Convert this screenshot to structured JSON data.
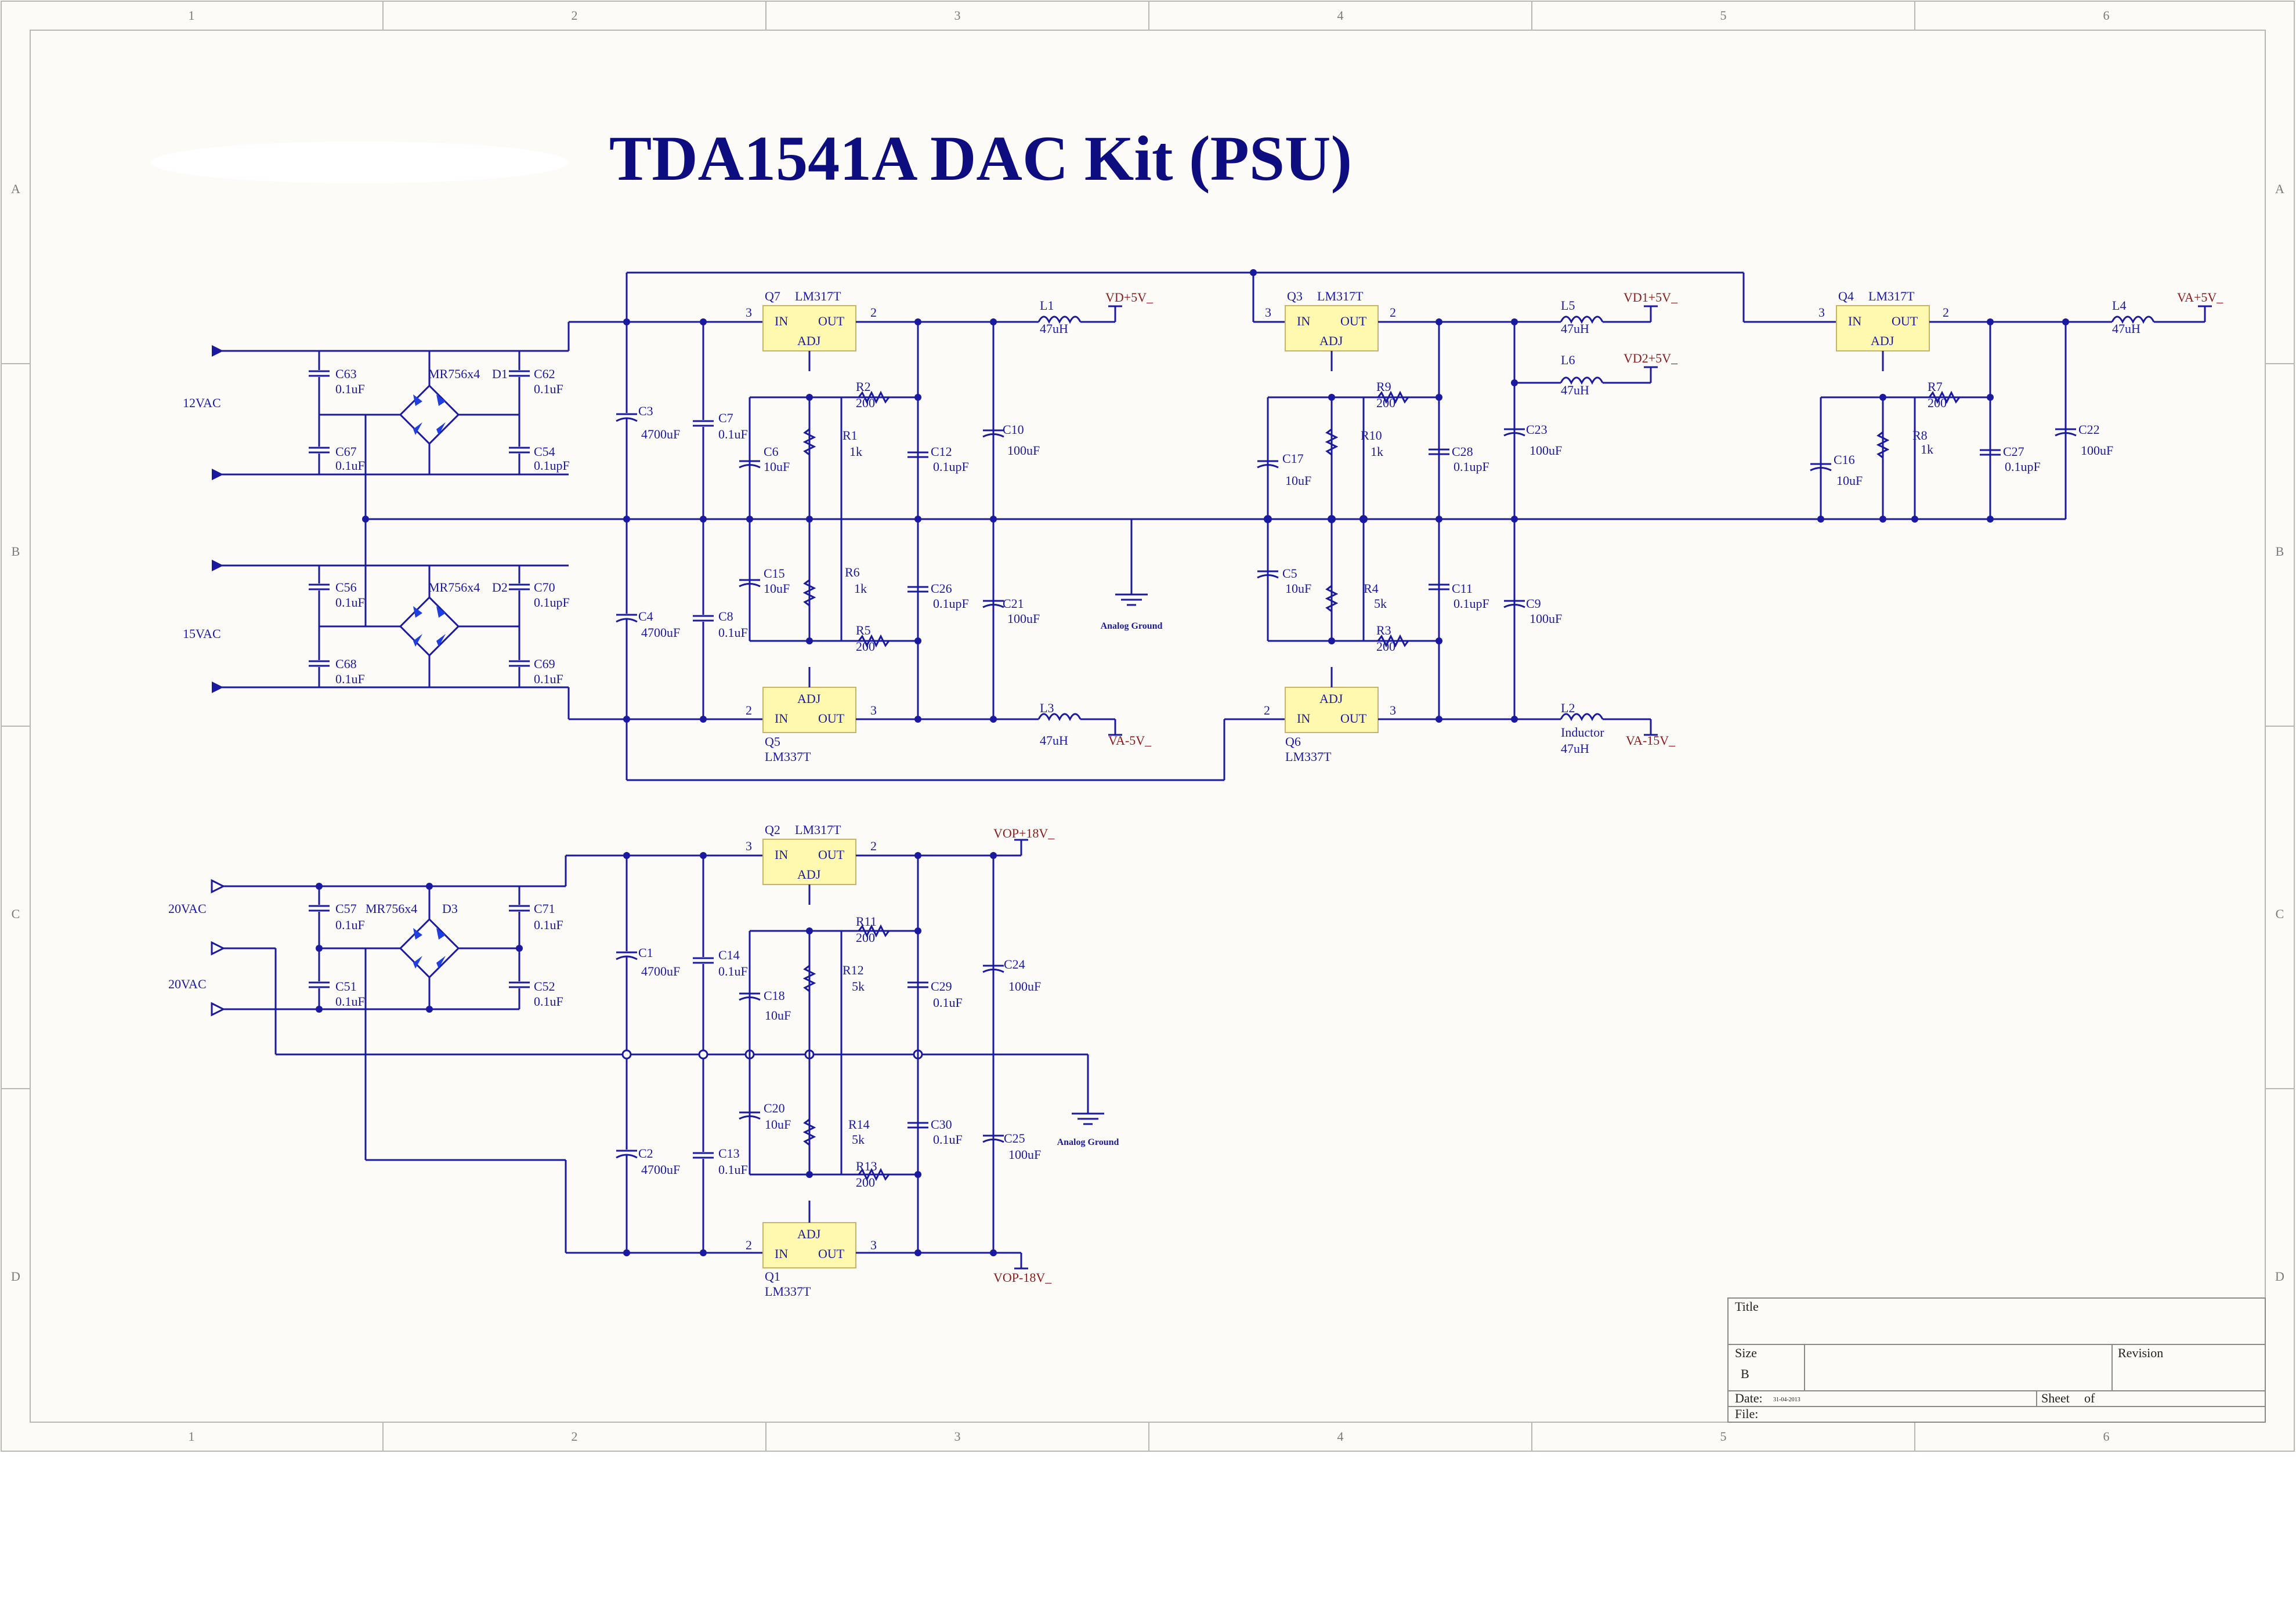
{
  "title": "TDA1541A DAC Kit (PSU)",
  "frame": {
    "cols": [
      "1",
      "2",
      "3",
      "4",
      "5",
      "6"
    ],
    "rows": [
      "A",
      "B",
      "C",
      "D"
    ]
  },
  "inputs": {
    "v12": "12VAC",
    "v15": "15VAC",
    "v20a": "20VAC",
    "v20b": "20VAC"
  },
  "bridges": {
    "d1": {
      "ref": "D1",
      "part": "MR756x4"
    },
    "d2": {
      "ref": "D2",
      "part": "MR756x4"
    },
    "d3": {
      "ref": "D3",
      "part": "MR756x4"
    }
  },
  "regulators": {
    "q7": {
      "ref": "Q7",
      "part": "LM317T",
      "in": "IN",
      "out": "OUT",
      "adj": "ADJ",
      "pin_in": "3",
      "pin_out": "2"
    },
    "q3": {
      "ref": "Q3",
      "part": "LM317T",
      "in": "IN",
      "out": "OUT",
      "adj": "ADJ",
      "pin_in": "3",
      "pin_out": "2"
    },
    "q4": {
      "ref": "Q4",
      "part": "LM317T",
      "in": "IN",
      "out": "OUT",
      "adj": "ADJ",
      "pin_in": "3",
      "pin_out": "2"
    },
    "q5": {
      "ref": "Q5",
      "part": "LM337T",
      "in": "IN",
      "out": "OUT",
      "adj": "ADJ",
      "pin_in": "2",
      "pin_out": "3"
    },
    "q6": {
      "ref": "Q6",
      "part": "LM337T",
      "in": "IN",
      "out": "OUT",
      "adj": "ADJ",
      "pin_in": "2",
      "pin_out": "3"
    },
    "q2": {
      "ref": "Q2",
      "part": "LM317T",
      "in": "IN",
      "out": "OUT",
      "adj": "ADJ",
      "pin_in": "3",
      "pin_out": "2"
    },
    "q1": {
      "ref": "Q1",
      "part": "LM337T",
      "in": "IN",
      "out": "OUT",
      "adj": "ADJ",
      "pin_in": "2",
      "pin_out": "3"
    }
  },
  "capacitors": {
    "c63": {
      "ref": "C63",
      "val": "0.1uF"
    },
    "c67": {
      "ref": "C67",
      "val": "0.1uF"
    },
    "c62": {
      "ref": "C62",
      "val": "0.1uF"
    },
    "c54": {
      "ref": "C54",
      "val": "0.1upF"
    },
    "c56": {
      "ref": "C56",
      "val": "0.1uF"
    },
    "c68": {
      "ref": "C68",
      "val": "0.1uF"
    },
    "c70": {
      "ref": "C70",
      "val": "0.1upF"
    },
    "c69": {
      "ref": "C69",
      "val": "0.1uF"
    },
    "c3": {
      "ref": "C3",
      "val": "4700uF"
    },
    "c7": {
      "ref": "C7",
      "val": "0.1uF"
    },
    "c4": {
      "ref": "C4",
      "val": "4700uF"
    },
    "c8": {
      "ref": "C8",
      "val": "0.1uF"
    },
    "c6": {
      "ref": "C6",
      "val": "10uF"
    },
    "c15": {
      "ref": "C15",
      "val": "10uF"
    },
    "c12": {
      "ref": "C12",
      "val": "0.1upF"
    },
    "c26": {
      "ref": "C26",
      "val": "0.1upF"
    },
    "c10": {
      "ref": "C10",
      "val": "100uF"
    },
    "c21": {
      "ref": "C21",
      "val": "100uF"
    },
    "c17": {
      "ref": "C17",
      "val": "10uF"
    },
    "c5": {
      "ref": "C5",
      "val": "10uF"
    },
    "c28": {
      "ref": "C28",
      "val": "0.1upF"
    },
    "c11": {
      "ref": "C11",
      "val": "0.1upF"
    },
    "c23": {
      "ref": "C23",
      "val": "100uF"
    },
    "c9": {
      "ref": "C9",
      "val": "100uF"
    },
    "c16": {
      "ref": "C16",
      "val": "10uF"
    },
    "c27": {
      "ref": "C27",
      "val": "0.1upF"
    },
    "c22": {
      "ref": "C22",
      "val": "100uF"
    },
    "c57": {
      "ref": "C57",
      "val": "0.1uF"
    },
    "c51": {
      "ref": "C51",
      "val": "0.1uF"
    },
    "c71": {
      "ref": "C71",
      "val": "0.1uF"
    },
    "c52": {
      "ref": "C52",
      "val": "0.1uF"
    },
    "c1": {
      "ref": "C1",
      "val": "4700uF"
    },
    "c14": {
      "ref": "C14",
      "val": "0.1uF"
    },
    "c2": {
      "ref": "C2",
      "val": "4700uF"
    },
    "c13": {
      "ref": "C13",
      "val": "0.1uF"
    },
    "c18": {
      "ref": "C18",
      "val": "10uF"
    },
    "c20": {
      "ref": "C20",
      "val": "10uF"
    },
    "c29": {
      "ref": "C29",
      "val": "0.1uF"
    },
    "c30": {
      "ref": "C30",
      "val": "0.1uF"
    },
    "c24": {
      "ref": "C24",
      "val": "100uF"
    },
    "c25": {
      "ref": "C25",
      "val": "100uF"
    }
  },
  "resistors": {
    "r2": {
      "ref": "R2",
      "val": "200"
    },
    "r1": {
      "ref": "R1",
      "val": "1k"
    },
    "r6": {
      "ref": "R6",
      "val": "1k"
    },
    "r5": {
      "ref": "R5",
      "val": "200"
    },
    "r9": {
      "ref": "R9",
      "val": "200"
    },
    "r10": {
      "ref": "R10",
      "val": "1k"
    },
    "r4": {
      "ref": "R4",
      "val": "5k"
    },
    "r3": {
      "ref": "R3",
      "val": "200"
    },
    "r7": {
      "ref": "R7",
      "val": "200"
    },
    "r8": {
      "ref": "R8",
      "val": "1k"
    },
    "r11": {
      "ref": "R11",
      "val": "200"
    },
    "r12": {
      "ref": "R12",
      "val": "5k"
    },
    "r14": {
      "ref": "R14",
      "val": "5k"
    },
    "r13": {
      "ref": "R13",
      "val": "200"
    }
  },
  "inductors": {
    "l1": {
      "ref": "L1",
      "val": "47uH"
    },
    "l3": {
      "ref": "L3",
      "val": "47uH"
    },
    "l5": {
      "ref": "L5",
      "val": "47uH"
    },
    "l6": {
      "ref": "L6",
      "val": "47uH"
    },
    "l2": {
      "ref": "L2",
      "val": "47uH",
      "extra": "Inductor"
    },
    "l4": {
      "ref": "L4",
      "val": "47uH"
    }
  },
  "rails": {
    "vd5": "VD+5V_",
    "va_5n": "VA-5V_",
    "vd1": "VD1+5V_",
    "vd2": "VD2+5V_",
    "va_15": "VA-15V_",
    "va5": "VA+5V_",
    "vop18": "VOP+18V_",
    "vop_18": "VOP-18V_"
  },
  "grounds": {
    "g1": "Analog Ground",
    "g2": "Analog Ground"
  },
  "title_block": {
    "title_label": "Title",
    "size_label": "Size",
    "size_value": "B",
    "revision_label": "Revision",
    "date_label": "Date:",
    "date_value": "31-04-2013",
    "sheet_label": "Sheet",
    "of_label": "of",
    "file_label": "File:"
  }
}
